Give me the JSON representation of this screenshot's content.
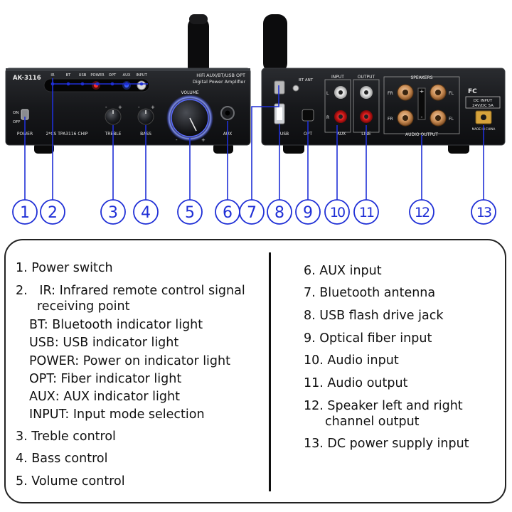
{
  "front_panel": {
    "model": "AK-3116",
    "subtitle_1": "HiFi AUX/BT/USB OPT",
    "subtitle_2": "Digital Power Amplifier",
    "indicators": [
      "IR",
      "BT",
      "USB",
      "POWER",
      "OPT",
      "AUX",
      "INPUT"
    ],
    "switch_on": "ON",
    "switch_off": "OFF",
    "power_label": "POWER",
    "chip_label": "2*CS TPA3116 CHIP",
    "volume_label": "VOLUME",
    "treble_label": "TREBLE",
    "bass_label": "BASS",
    "aux_label": "AUX",
    "minus": "-",
    "plus": "+"
  },
  "back_panel": {
    "bt_ant": "BT ANT",
    "input": "INPUT",
    "output": "OUTPUT",
    "l": "L",
    "r": "R",
    "usb": "USB",
    "opt": "OPT",
    "aux": "AUX",
    "line": "LINE",
    "speakers": "SPEAKERS",
    "audio_output": "AUDIO OUTPUT",
    "fr": "FR",
    "fl": "FL",
    "dc_input_1": "DC INPUT",
    "dc_input_2": "24V/DC 5A",
    "fc": "FC",
    "made_in": "MADE IN CHINA"
  },
  "callouts": [
    "1",
    "2",
    "3",
    "4",
    "5",
    "6",
    "7",
    "8",
    "9",
    "10",
    "11",
    "12",
    "13"
  ],
  "legend": {
    "left": [
      "1. Power switch",
      "2.   IR: Infrared remote control signal",
      "receiving point",
      "BT: Bluetooth indicator light",
      "USB: USB indicator light",
      "POWER: Power on indicator light",
      "OPT: Fiber indicator light",
      "AUX: AUX indicator light",
      "INPUT: Input mode selection",
      "3. Treble control",
      "4. Bass control",
      "5. Volume control"
    ],
    "right": [
      "6. AUX input",
      "7. Bluetooth antenna",
      "8. USB flash drive jack",
      "9. Optical fiber input",
      "10. Audio input",
      "11. Audio output",
      "12. Speaker left and right",
      "channel output",
      "13. DC power supply input"
    ]
  },
  "colors": {
    "callout_blue": "#1f2fd6",
    "panel_black": "#131416",
    "led_red": "#ff2a2a",
    "led_blue": "#3a5bff",
    "copper": "#c78a52"
  }
}
